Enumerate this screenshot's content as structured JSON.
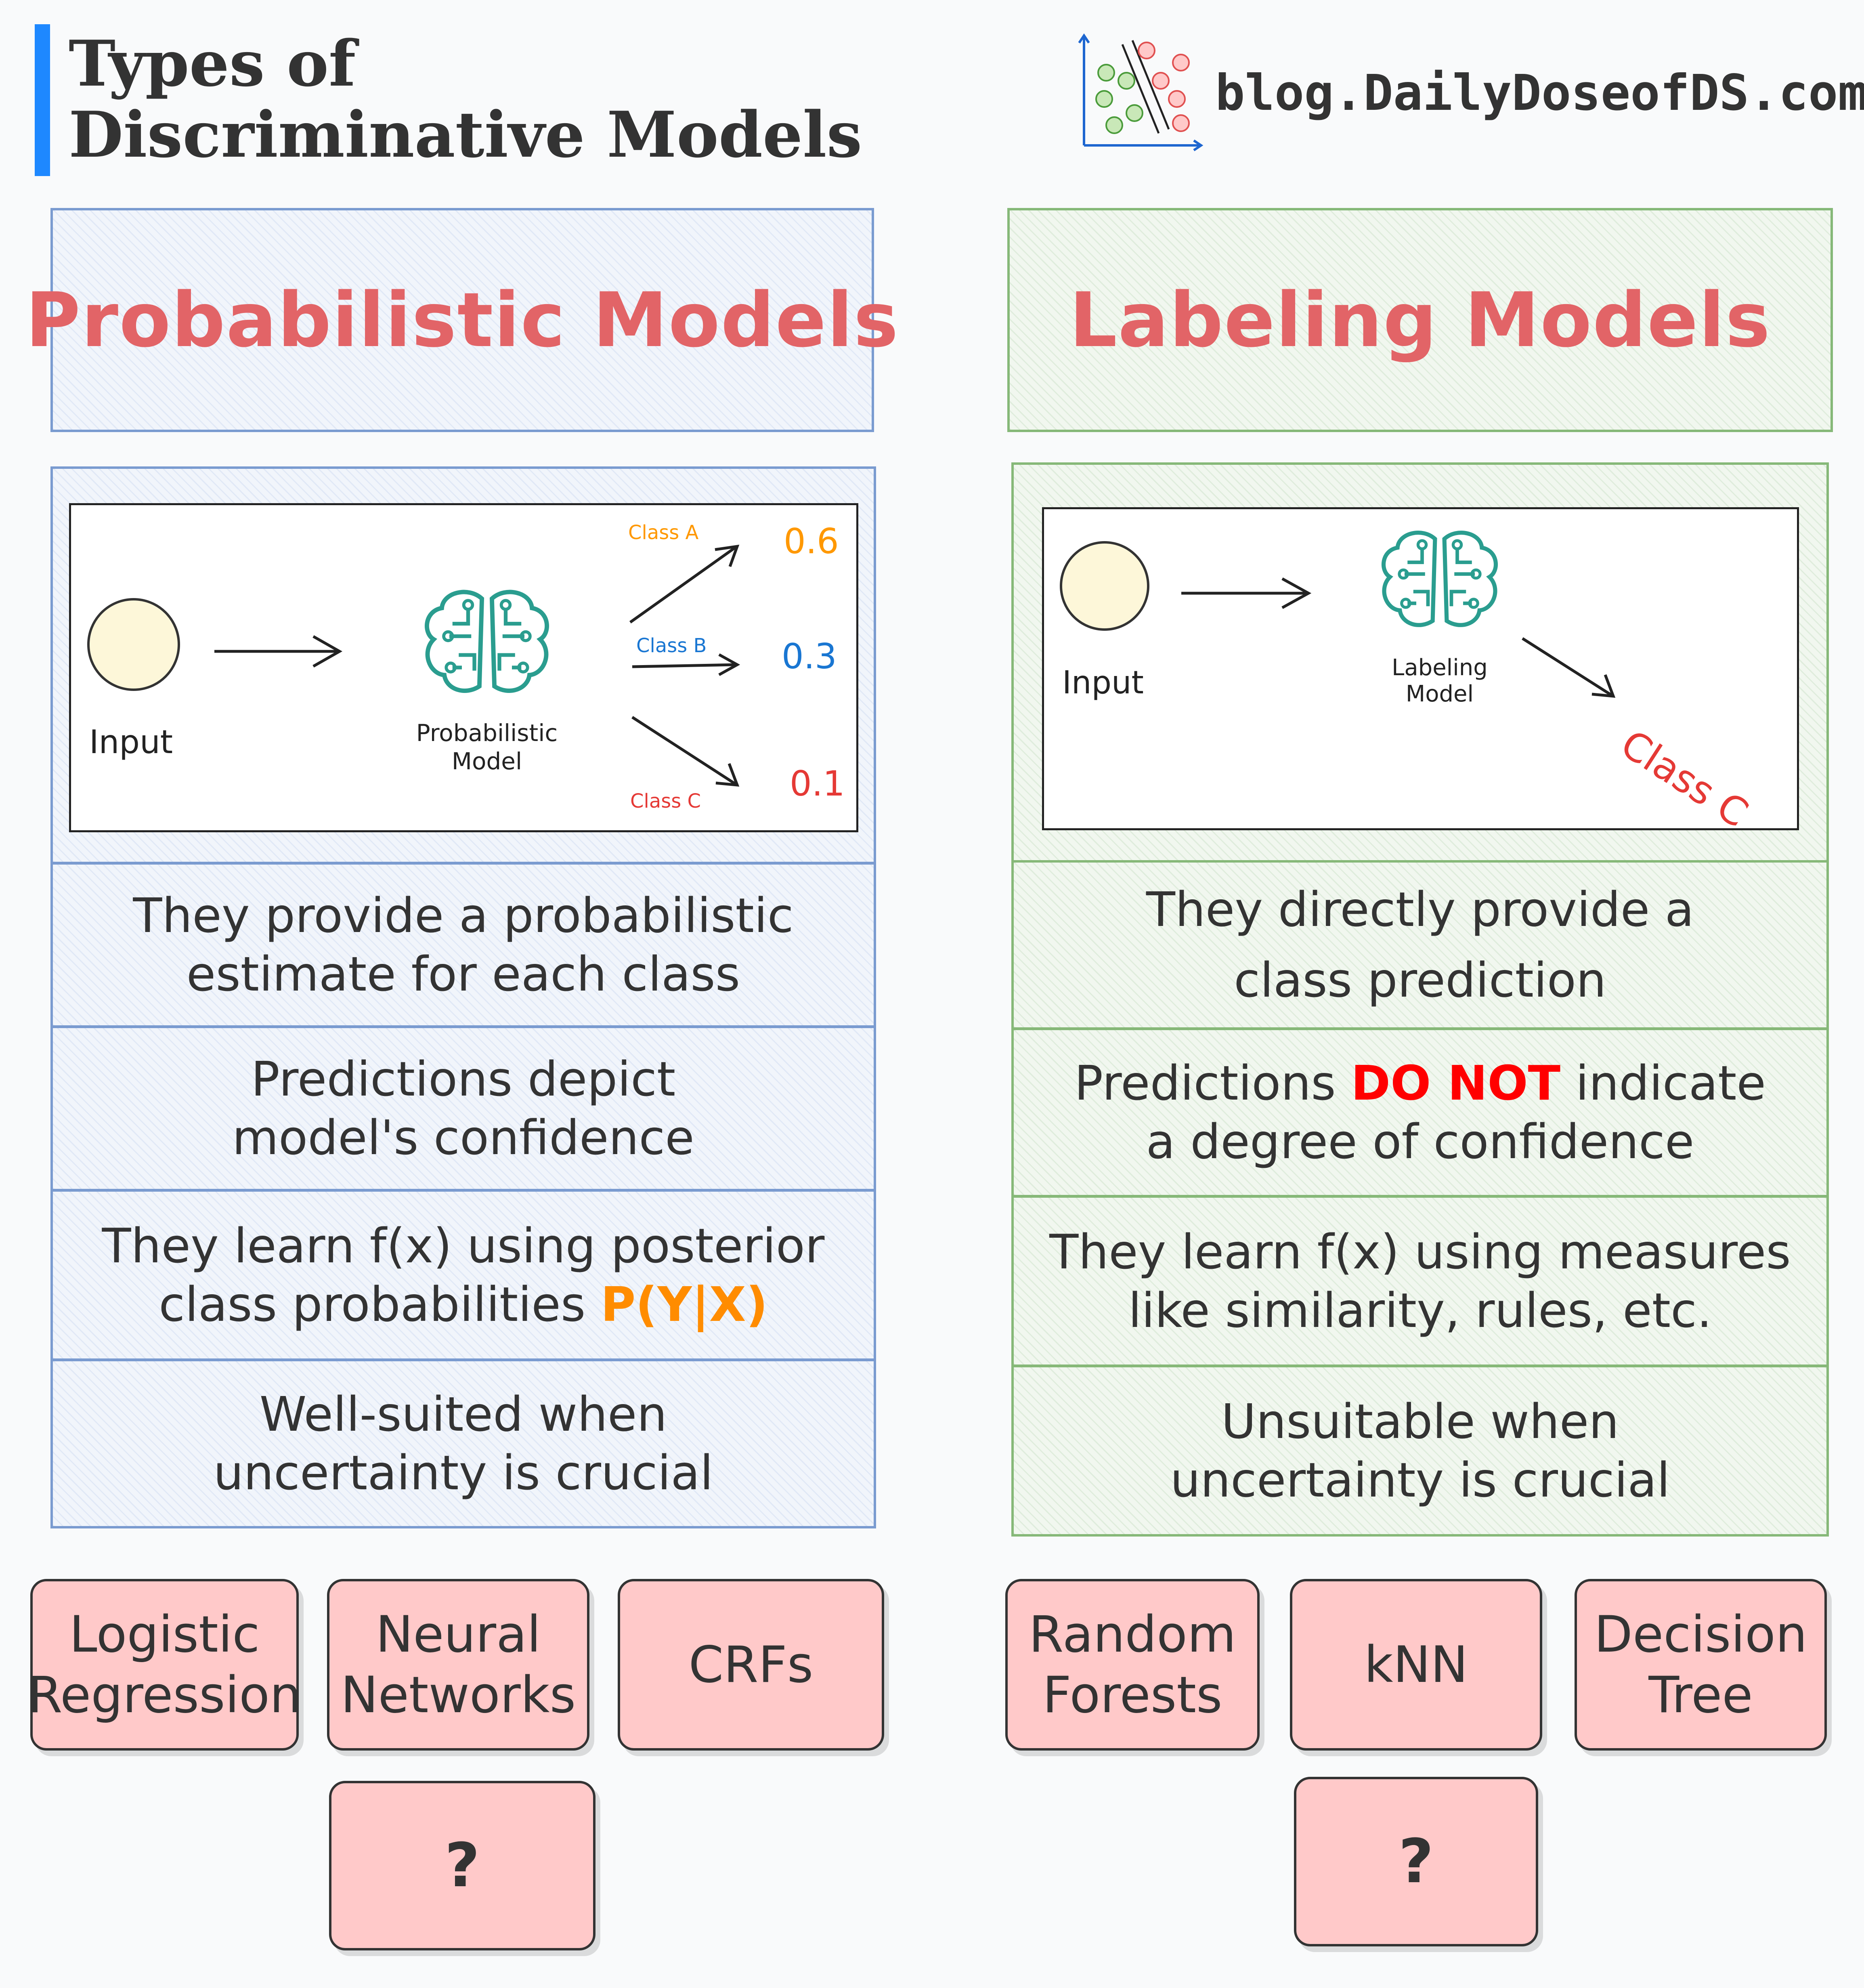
{
  "title": "Types of Discriminative Models",
  "brand": {
    "text": "blog.DailyDoseofDS.com",
    "icon": "scatter-classifier-logo"
  },
  "colors": {
    "accent_bar": "#1e88ff",
    "header_text": "#e26467",
    "probabilistic_border": "#7a9bd0",
    "labeling_border": "#86b878",
    "example_fill": "#ffc9c9",
    "highlight_orange": "#ff8c00",
    "highlight_red": "#ff0000"
  },
  "probabilistic": {
    "header": "Probabilistic Models",
    "diagram": {
      "input_label": "Input",
      "model_label_1": "Probabilistic",
      "model_label_2": "Model",
      "classes": [
        {
          "label": "Class A",
          "value": "0.6",
          "color": "#ff9800"
        },
        {
          "label": "Class B",
          "value": "0.3",
          "color": "#1976d2"
        },
        {
          "label": "Class C",
          "value": "0.1",
          "color": "#e53935"
        }
      ]
    },
    "rows": [
      {
        "line1": "They provide a probabilistic",
        "line2": "estimate for each class"
      },
      {
        "line1": "Predictions depict",
        "line2": "model's confidence"
      },
      {
        "line1": "They learn f(x) using posterior",
        "line2_pre": "class probabilities ",
        "line2_highlight": "P(Y|X)"
      },
      {
        "line1": "Well-suited when",
        "line2": "uncertainty is crucial"
      }
    ],
    "examples": [
      {
        "line1": "Logistic",
        "line2": "Regression"
      },
      {
        "line1": "Neural",
        "line2": "Networks"
      },
      {
        "line1": "CRFs",
        "line2": ""
      },
      {
        "line1": "?",
        "line2": ""
      }
    ]
  },
  "labeling": {
    "header": "Labeling Models",
    "diagram": {
      "input_label": "Input",
      "model_label_1": "Labeling",
      "model_label_2": "Model",
      "output_label": "Class C",
      "output_color": "#e53935"
    },
    "rows": [
      {
        "line1": "They directly provide a",
        "line2": "class prediction"
      },
      {
        "line1_pre": "Predictions ",
        "line1_highlight": "DO NOT",
        "line1_post": " indicate",
        "line2": "a degree of confidence"
      },
      {
        "line1": "They learn f(x) using measures",
        "line2": "like similarity, rules, etc."
      },
      {
        "line1": "Unsuitable when",
        "line2": "uncertainty is crucial"
      }
    ],
    "examples": [
      {
        "line1": "Random",
        "line2": "Forests"
      },
      {
        "line1": "kNN",
        "line2": ""
      },
      {
        "line1": "Decision",
        "line2": "Tree"
      },
      {
        "line1": "?",
        "line2": ""
      }
    ]
  }
}
